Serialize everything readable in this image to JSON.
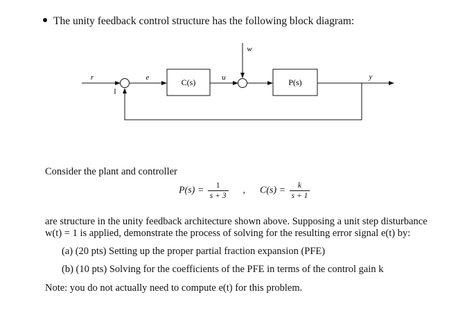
{
  "intro": "The unity feedback control structure has the following block diagram:",
  "diagram": {
    "signal_r": "r",
    "signal_e": "e",
    "signal_u": "u",
    "signal_w": "w",
    "signal_y": "y",
    "controller_block": "C(s)",
    "plant_block": "P(s)"
  },
  "consider": "Consider the plant and controller",
  "equations": {
    "plant_lhs": "P(s) =",
    "plant_num": "1",
    "plant_den": "s + 3",
    "separator": ",",
    "controller_lhs": "C(s) =",
    "controller_num": "k",
    "controller_den": "s + 1"
  },
  "paragraph_line1": "are structure in the unity feedback architecture shown above. Supposing a unit step disturbance",
  "paragraph_line2": "w(t) = 1 is applied, demonstrate the process of solving for the resulting error signal e(t) by:",
  "item_a": "(a) (20 pts) Setting up the proper partial fraction expansion (PFE)",
  "item_b": "(b) (10 pts) Solving for the coefficients of the PFE in terms of the control gain k",
  "note": "Note: you do not actually need to compute e(t) for this problem."
}
